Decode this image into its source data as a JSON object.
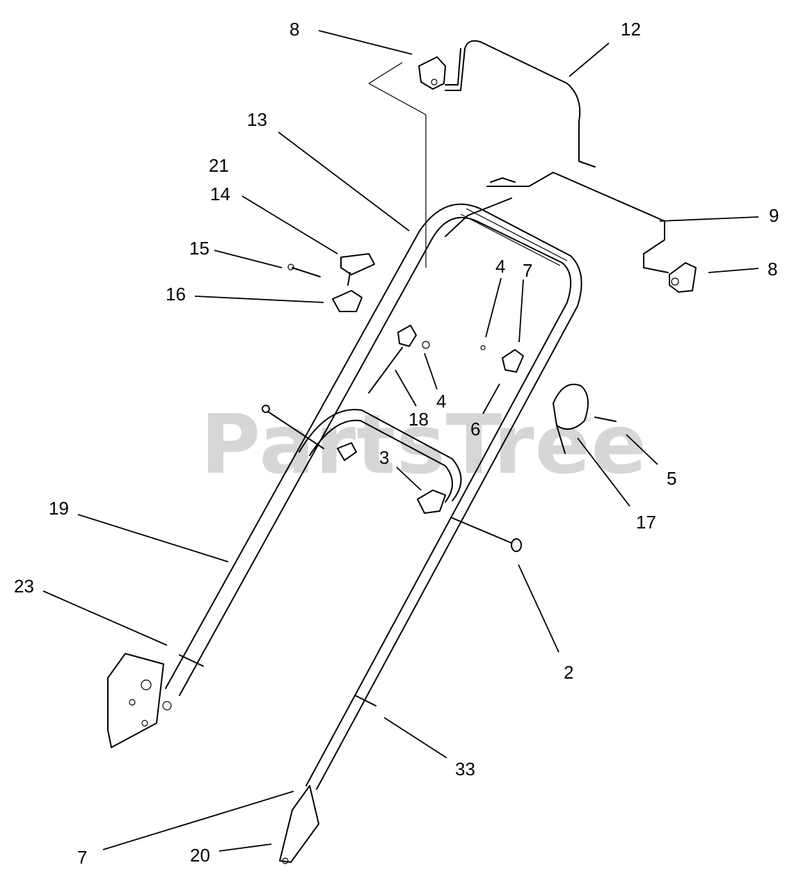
{
  "watermark": {
    "brand": "PartsTree",
    "trademark": "TM"
  },
  "callouts": [
    {
      "id": "c8a",
      "text": "8"
    },
    {
      "id": "c12",
      "text": "12"
    },
    {
      "id": "c13",
      "text": "13"
    },
    {
      "id": "c21",
      "text": "21"
    },
    {
      "id": "c14",
      "text": "14"
    },
    {
      "id": "c15",
      "text": "15"
    },
    {
      "id": "c16",
      "text": "16"
    },
    {
      "id": "c9",
      "text": "9"
    },
    {
      "id": "c8b",
      "text": "8"
    },
    {
      "id": "c4a",
      "text": "4"
    },
    {
      "id": "c7a",
      "text": "7"
    },
    {
      "id": "c4b",
      "text": "4"
    },
    {
      "id": "c18",
      "text": "18"
    },
    {
      "id": "c6",
      "text": "6"
    },
    {
      "id": "c5",
      "text": "5"
    },
    {
      "id": "c3",
      "text": "3"
    },
    {
      "id": "c17",
      "text": "17"
    },
    {
      "id": "c19",
      "text": "19"
    },
    {
      "id": "c23",
      "text": "23"
    },
    {
      "id": "c2",
      "text": "2"
    },
    {
      "id": "c33",
      "text": "33"
    },
    {
      "id": "c7b",
      "text": "7"
    },
    {
      "id": "c20",
      "text": "20"
    }
  ]
}
